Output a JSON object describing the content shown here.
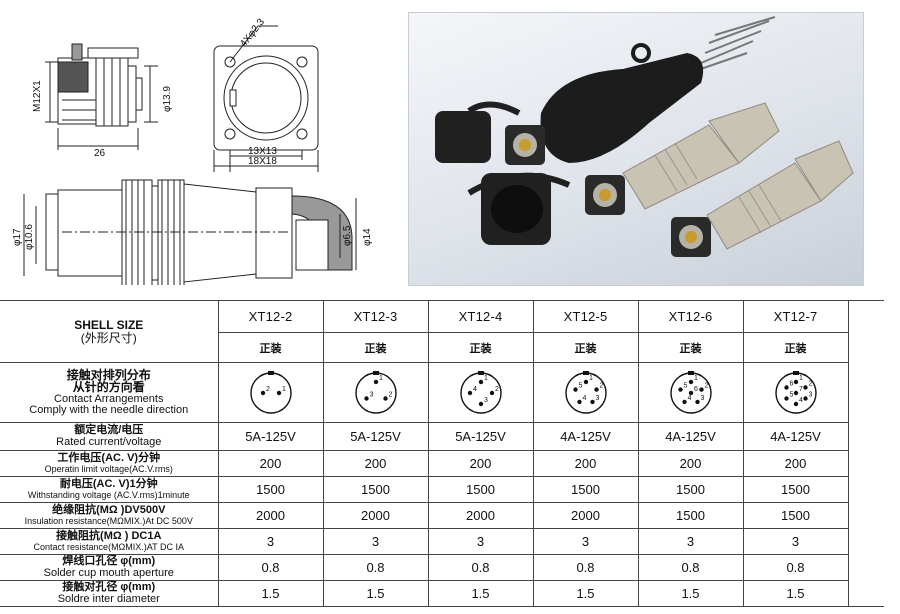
{
  "drawing": {
    "top_dims": [
      "4Xφ2.3",
      "M12X1",
      "φ13.9",
      "26",
      "13X13",
      "18X18"
    ],
    "side_dims": [
      "φ17",
      "φ10.6",
      "φ6.5",
      "φ14"
    ]
  },
  "table": {
    "shell_label": {
      "en": "SHELL SIZE",
      "cn": "(外形尺寸)"
    },
    "models": [
      "XT12-2",
      "XT12-3",
      "XT12-4",
      "XT12-5",
      "XT12-6",
      "XT12-7"
    ],
    "mount": [
      "正装",
      "正装",
      "正装",
      "正装",
      "正装",
      "正装"
    ],
    "arrangement_label": {
      "cn1": "接触对排列分布",
      "cn2": "从针的方向看",
      "en1": "Contact Arrangements",
      "en2": "Comply with the needle direction"
    },
    "arrangements": [
      [
        "1",
        "2"
      ],
      [
        "1",
        "2",
        "3"
      ],
      [
        "1",
        "2",
        "3",
        "4"
      ],
      [
        "1",
        "2",
        "3",
        "4",
        "5"
      ],
      [
        "1",
        "2",
        "3",
        "4",
        "5",
        "6"
      ],
      [
        "1",
        "2",
        "3",
        "4",
        "5",
        "6",
        "7"
      ]
    ],
    "rows": [
      {
        "cn": "额定电流/电压",
        "en": "Rated current/voltage",
        "small": false,
        "values": [
          "5A-125V",
          "5A-125V",
          "5A-125V",
          "4A-125V",
          "4A-125V",
          "4A-125V"
        ]
      },
      {
        "cn": "工作电压(AC. V)分钟",
        "en": "Operatin limit voltage(AC.V.rms)",
        "small": true,
        "values": [
          "200",
          "200",
          "200",
          "200",
          "200",
          "200"
        ]
      },
      {
        "cn": "耐电压(AC. V)1分钟",
        "en": "Withstanding voltage (AC.V.rms)1minute",
        "small": true,
        "values": [
          "1500",
          "1500",
          "1500",
          "1500",
          "1500",
          "1500"
        ]
      },
      {
        "cn": "绝缘阻抗(MΩ )DV500V",
        "en": "Insulation resistance(MΩMIX.)At DC 500V",
        "small": true,
        "values": [
          "2000",
          "2000",
          "2000",
          "2000",
          "1500",
          "1500"
        ]
      },
      {
        "cn": "接触阻抗(MΩ ) DC1A",
        "en": "Contact resistance(MΩMIX.)AT DC IA",
        "small": true,
        "values": [
          "3",
          "3",
          "3",
          "3",
          "3",
          "3"
        ]
      },
      {
        "cn": "焊线口孔径 φ(mm)",
        "en": "Solder cup mouth aperture",
        "small": false,
        "values": [
          "0.8",
          "0.8",
          "0.8",
          "0.8",
          "0.8",
          "0.8"
        ]
      },
      {
        "cn": "接触对孔径 φ(mm)",
        "en": "Soldre inter diameter",
        "small": false,
        "values": [
          "1.5",
          "1.5",
          "1.5",
          "1.5",
          "1.5",
          "1.5"
        ]
      }
    ]
  },
  "colors": {
    "photo_bg": "#dfe3ea",
    "rubber": "#1c1c1c",
    "metal": "#c9c3b4",
    "gold": "#c99a2e"
  }
}
